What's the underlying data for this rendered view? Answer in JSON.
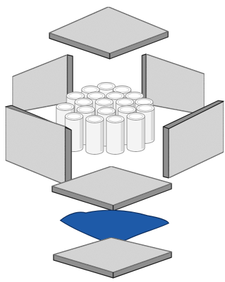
{
  "diagram": {
    "description_labels": [],
    "colors": {
      "panel_face": "#d9d9d9",
      "panel_side": "#8f8f8f",
      "panel_edge": "#1a1a1a",
      "can_body": "#f4f4f4",
      "can_shade": "#dcdcdc",
      "liner": "#1e5aa8",
      "background": "#ffffff"
    },
    "parts": [
      {
        "id": "top-lid",
        "kind": "panel"
      },
      {
        "id": "left-back-wall",
        "kind": "panel"
      },
      {
        "id": "right-back-wall",
        "kind": "panel"
      },
      {
        "id": "left-front-wall",
        "kind": "panel"
      },
      {
        "id": "right-front-wall",
        "kind": "panel"
      },
      {
        "id": "can-bundle",
        "kind": "cans",
        "count": 18
      },
      {
        "id": "bottom-insulation-pad",
        "kind": "panel"
      },
      {
        "id": "liner-sheet",
        "kind": "sheet"
      },
      {
        "id": "base-pad",
        "kind": "panel"
      }
    ]
  }
}
